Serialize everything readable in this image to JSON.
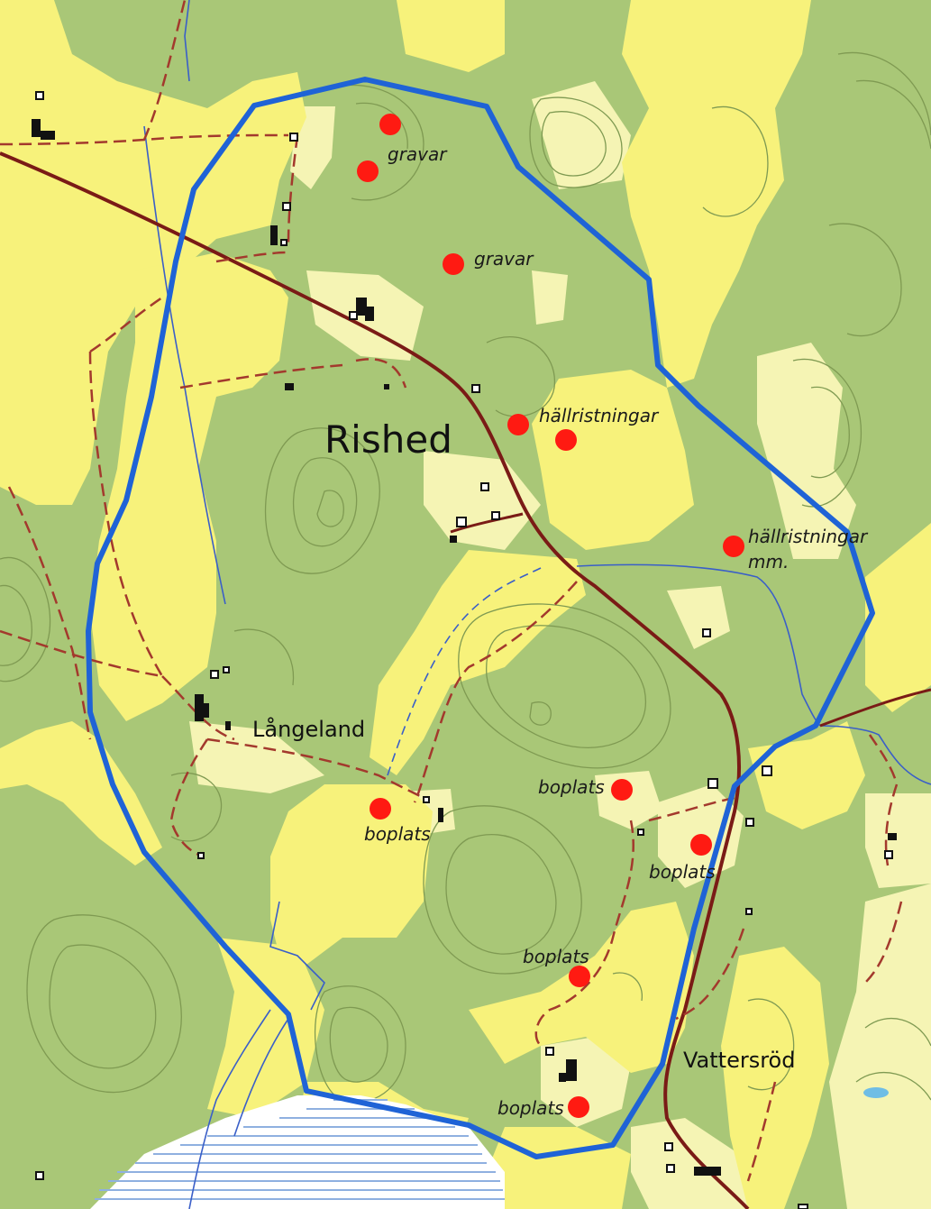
{
  "colors": {
    "forest": "#a9c777",
    "field": "#f7f27b",
    "meadow": "#f5f4b4",
    "contour": "#7f9a52",
    "road": "#7a1b16",
    "path": "#a3392d",
    "stream": "#3a5fc8",
    "boundary": "#1f63d6",
    "site_marker": "#ff1a12",
    "lake": "#6fbde5",
    "building": "#111111"
  },
  "places": {
    "rished": "Rished",
    "langeland": "Långeland",
    "vattersrod": "Vattersröd"
  },
  "sites": [
    {
      "label": "gravar"
    },
    {
      "label": "gravar"
    },
    {
      "label": "hällristningar"
    },
    {
      "label": "hällristningar"
    },
    {
      "label": "mm."
    },
    {
      "label": "boplats"
    },
    {
      "label": "boplats"
    },
    {
      "label": "boplats"
    },
    {
      "label": "boplats"
    },
    {
      "label": "boplats"
    }
  ]
}
